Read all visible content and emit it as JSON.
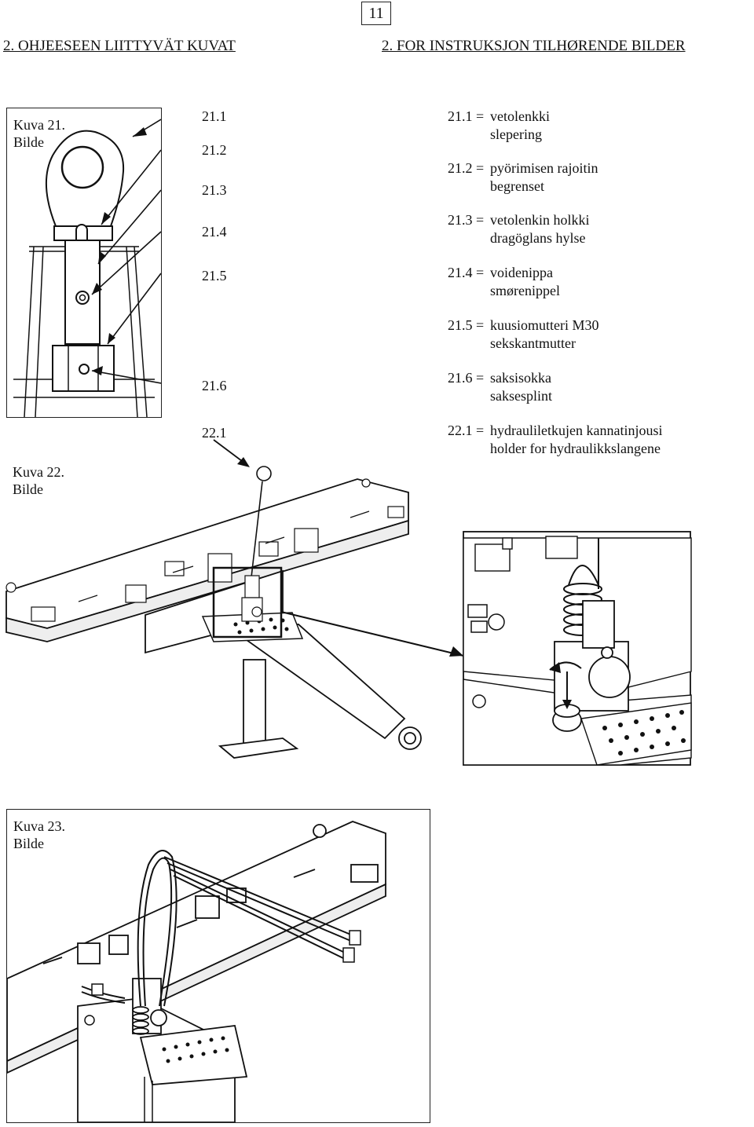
{
  "page": {
    "number": "11",
    "heading_fi": "2. OHJEESEEN LIITTYVÄT KUVAT",
    "heading_no": "2. FOR INSTRUKSJON TILHØRENDE BILDER"
  },
  "figures": [
    {
      "id": "21",
      "caption_fi": "Kuva 21.",
      "caption_no": "Bilde"
    },
    {
      "id": "22",
      "caption_fi": "Kuva 22.",
      "caption_no": "Bilde"
    },
    {
      "id": "23",
      "caption_fi": "Kuva 23.",
      "caption_no": "Bilde"
    }
  ],
  "callouts": [
    "21.1",
    "21.2",
    "21.3",
    "21.4",
    "21.5",
    "21.6",
    "22.1"
  ],
  "legend": [
    {
      "num": "21.1 =",
      "fi": "vetolenkki",
      "no": "slepering"
    },
    {
      "num": "21.2 =",
      "fi": "pyörimisen rajoitin",
      "no": "begrenset"
    },
    {
      "num": "21.3 =",
      "fi": "vetolenkin holkki",
      "no": "dragöglans hylse"
    },
    {
      "num": "21.4 =",
      "fi": "voidenippa",
      "no": "smørenippel"
    },
    {
      "num": "21.5 =",
      "fi": "kuusiomutteri M30",
      "no": "sekskantmutter"
    },
    {
      "num": "21.6 =",
      "fi": "saksisokka",
      "no": "saksesplint"
    },
    {
      "num": "22.1 =",
      "fi": "hydrauliletkujen kannatinjousi",
      "no": "holder for hydraulikkslangene"
    }
  ]
}
